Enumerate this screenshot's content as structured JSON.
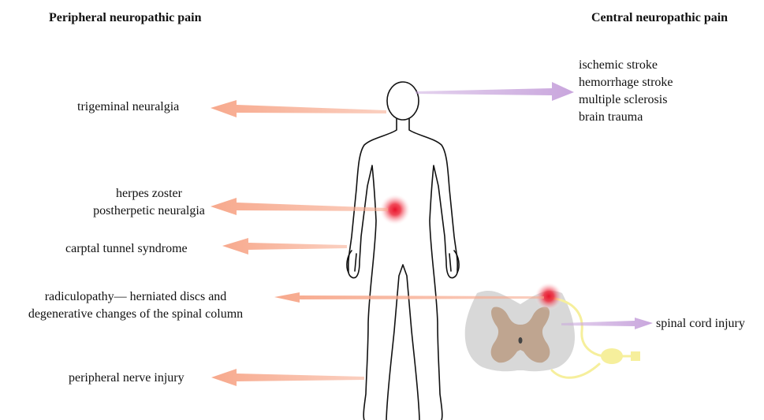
{
  "headings": {
    "peripheral": "Peripheral neuropathic pain",
    "central": "Central neuropathic pain"
  },
  "peripheral_conditions": {
    "trigeminal": "trigeminal neuralgia",
    "herpes_line1": "herpes zoster",
    "herpes_line2": "postherpetic neuralgia",
    "carpal": "carptal tunnel syndrome",
    "radiculopathy_line1": "radiculopathy—  herniated discs and",
    "radiculopathy_line2": "degenerative changes of the spinal column",
    "nerve_injury": "peripheral nerve injury"
  },
  "central_conditions": {
    "brain": [
      "ischemic stroke",
      "hemorrhage stroke",
      "multiple sclerosis",
      "brain trauma"
    ],
    "spinal": "spinal cord injury"
  },
  "colors": {
    "peripheral_arrow": "#f7a98d",
    "central_arrow": "#c9a6dd",
    "pain_spot": "#e8132b",
    "spinal_white_matter": "#d4d4d4",
    "spinal_grey_matter": "#bfa590",
    "nerve": "#f6ef9c",
    "body_outline": "#111111"
  }
}
